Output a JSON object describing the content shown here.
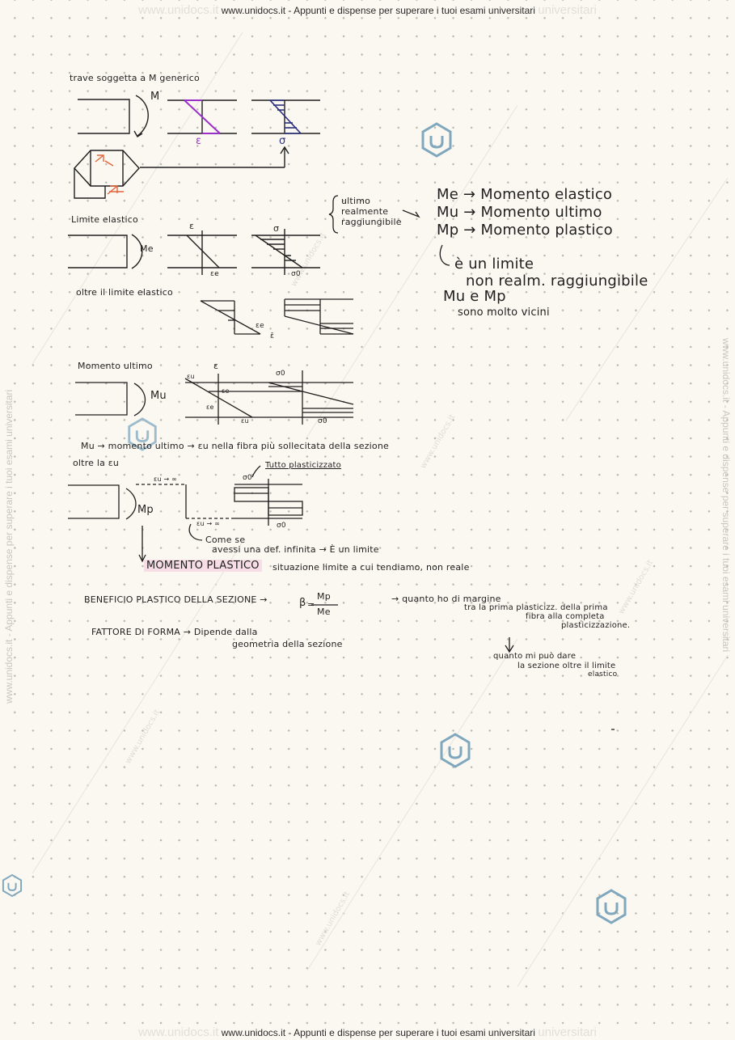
{
  "watermark": {
    "top_text": "www.unidocs.it - Appunti e dispense per superare i tuoi esami universitari",
    "bottom_text": "www.unidocs.it - Appunti e dispense per superare i tuoi esami universitari",
    "ghost_left": "www.unidocs.it",
    "ghost_right": "universitari",
    "side_text": "www.unidocs.it - Appunti e dispense per superare i tuoi esami universitari",
    "diagonal_text": "www.unidocs.it"
  },
  "notes": {
    "section1_title": "trave soggetta a M generico",
    "label_M": "M",
    "label_eps": "ε",
    "label_sigma": "σ",
    "section2_title": "Limite elastico",
    "label_Me": "Me",
    "label_eps_e": "εe",
    "label_sigma_0": "σ0",
    "section3_title": "oltre il limite elastico",
    "label_eps_bar": "ε̄",
    "section4_title": "Momento ultimo",
    "label_Mu": "Mu",
    "label_eps_u": "εu",
    "section5_title": "oltre la εu",
    "label_eps_inf": "εu → ∞",
    "label_tutto": "Tutto plasticizzato",
    "label_Mp": "Mp",
    "brace_1": "ultimo",
    "brace_2": "realmente",
    "brace_3": "raggiungibile",
    "def_Me": "Me → Momento elastico",
    "def_Mu": "Mu → Momento ultimo",
    "def_Mp": "Mp → Momento plastico",
    "limit_1": "è un limite",
    "limit_2": "non realm. raggiungibile",
    "limit_3": "Mu e Mp",
    "limit_4": "sono molto vicini",
    "mu_line": "Mu → momento ultimo → εu nella fibra più sollecitata della sezione",
    "come_se": "Come se",
    "come_se_2": "avessi una def. infinita → È un limite",
    "momento_plastico": "MOMENTO PLASTICO",
    "situazione": "situazione limite a cui tendiamo, non reale",
    "beneficio": "BENEFICIO PLASTICO DELLA SEZIONE →",
    "beta_symbol": "β",
    "beta_num": "Mp",
    "beta_den": "Me",
    "margine_1": "→ quanto ho di margine",
    "margine_2": "tra la prima plasticizz. della prima",
    "margine_3": "fibra alla completa",
    "margine_4": "plasticizzazione.",
    "fattore": "FATTORE DI FORMA → Dipende dalla",
    "fattore_2": "geometria della sezione",
    "quanto_1": "quanto mi può dare",
    "quanto_2": "la sezione oltre il limite",
    "quanto_3": "elastico"
  },
  "colors": {
    "ink": "#1f1f1f",
    "purple": "#9b30c8",
    "navy": "#2a2f7e",
    "orange": "#e0643a",
    "highlight": "#f6dde6",
    "logo_blue": "#7fa7bd"
  },
  "icons": [
    "unidocs-logo-icon"
  ]
}
